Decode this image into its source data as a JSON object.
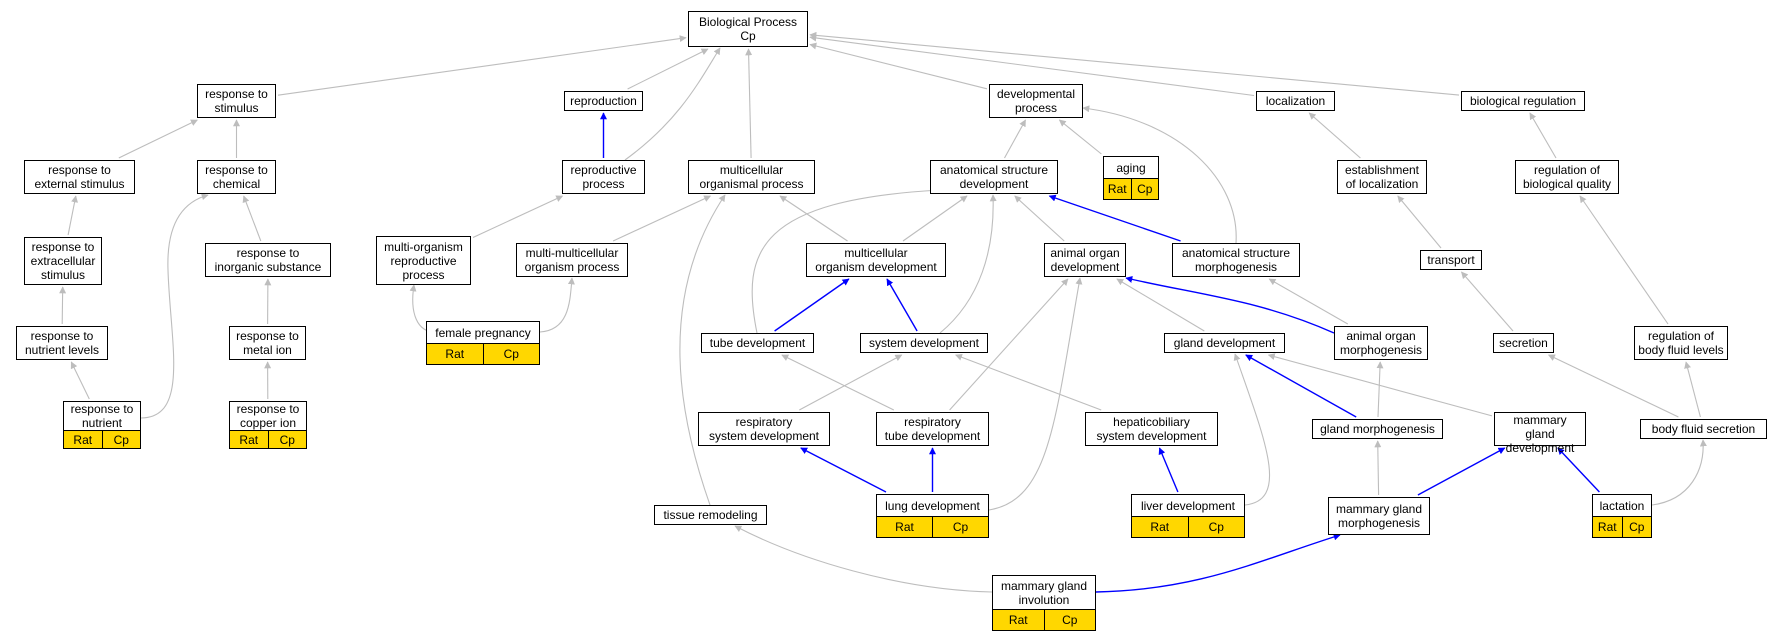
{
  "colors": {
    "gray_edge": "#bdbdbd",
    "blue_edge": "#0000ff",
    "annotation_fill": "#ffd700"
  },
  "nodes": {
    "biological_process": {
      "label": "Biological Process\nCp"
    },
    "response_to_stimulus": {
      "label": "response to\nstimulus"
    },
    "reproduction": {
      "label": "reproduction"
    },
    "developmental_process": {
      "label": "developmental\nprocess"
    },
    "localization": {
      "label": "localization"
    },
    "biological_regulation": {
      "label": "biological regulation"
    },
    "response_to_external_stimulus": {
      "label": "response to\nexternal stimulus"
    },
    "response_to_chemical": {
      "label": "response to\nchemical"
    },
    "reproductive_process": {
      "label": "reproductive\nprocess"
    },
    "multicellular_organismal_process": {
      "label": "multicellular\norganismal process"
    },
    "anatomical_structure_development": {
      "label": "anatomical structure\ndevelopment"
    },
    "aging": {
      "label": "aging",
      "annotations": [
        "Rat",
        "Cp"
      ]
    },
    "establishment_of_localization": {
      "label": "establishment\nof localization"
    },
    "regulation_of_biological_quality": {
      "label": "regulation of\nbiological quality"
    },
    "response_to_extracellular_stimulus": {
      "label": "response to\nextracellular\nstimulus"
    },
    "response_to_inorganic_substance": {
      "label": "response to\ninorganic substance"
    },
    "multi_organism_reproductive_process": {
      "label": "multi-organism\nreproductive\nprocess"
    },
    "multi_multicellular_organism_process": {
      "label": "multi-multicellular\norganism process"
    },
    "multicellular_organism_development": {
      "label": "multicellular\norganism development"
    },
    "animal_organ_development": {
      "label": "animal organ\ndevelopment"
    },
    "anatomical_structure_morphogenesis": {
      "label": "anatomical structure\nmorphogenesis"
    },
    "transport": {
      "label": "transport"
    },
    "response_to_nutrient_levels": {
      "label": "response to\nnutrient levels"
    },
    "response_to_metal_ion": {
      "label": "response to\nmetal ion"
    },
    "female_pregnancy": {
      "label": "female pregnancy",
      "annotations": [
        "Rat",
        "Cp"
      ]
    },
    "tube_development": {
      "label": "tube development"
    },
    "system_development": {
      "label": "system development"
    },
    "gland_development": {
      "label": "gland development"
    },
    "animal_organ_morphogenesis": {
      "label": "animal organ\nmorphogenesis"
    },
    "secretion": {
      "label": "secretion"
    },
    "regulation_of_body_fluid_levels": {
      "label": "regulation of\nbody fluid levels"
    },
    "response_to_nutrient": {
      "label": "response to\nnutrient",
      "annotations": [
        "Rat",
        "Cp"
      ]
    },
    "response_to_copper_ion": {
      "label": "response to\ncopper ion",
      "annotations": [
        "Rat",
        "Cp"
      ]
    },
    "respiratory_system_development": {
      "label": "respiratory\nsystem development"
    },
    "respiratory_tube_development": {
      "label": "respiratory\ntube development"
    },
    "hepaticobiliary_system_development": {
      "label": "hepaticobiliary\nsystem development"
    },
    "gland_morphogenesis": {
      "label": "gland morphogenesis"
    },
    "mammary_gland_development": {
      "label": "mammary gland\ndevelopment"
    },
    "body_fluid_secretion": {
      "label": "body fluid secretion"
    },
    "tissue_remodeling": {
      "label": "tissue remodeling"
    },
    "lung_development": {
      "label": "lung development",
      "annotations": [
        "Rat",
        "Cp"
      ]
    },
    "liver_development": {
      "label": "liver development",
      "annotations": [
        "Rat",
        "Cp"
      ]
    },
    "mammary_gland_morphogenesis": {
      "label": "mammary gland\nmorphogenesis"
    },
    "lactation": {
      "label": "lactation",
      "annotations": [
        "Rat",
        "Cp"
      ]
    },
    "mammary_gland_involution": {
      "label": "mammary gland\ninvolution",
      "annotations": [
        "Rat",
        "Cp"
      ]
    }
  },
  "edges": [
    {
      "from": "response_to_stimulus",
      "to": "biological_process",
      "type": "is_a"
    },
    {
      "from": "reproduction",
      "to": "biological_process",
      "type": "is_a"
    },
    {
      "from": "developmental_process",
      "to": "biological_process",
      "type": "is_a"
    },
    {
      "from": "localization",
      "to": "biological_process",
      "type": "is_a"
    },
    {
      "from": "biological_regulation",
      "to": "biological_process",
      "type": "is_a"
    },
    {
      "from": "reproductive_process",
      "to": "biological_process",
      "type": "is_a"
    },
    {
      "from": "multicellular_organismal_process",
      "to": "biological_process",
      "type": "is_a"
    },
    {
      "from": "response_to_external_stimulus",
      "to": "response_to_stimulus",
      "type": "is_a"
    },
    {
      "from": "response_to_chemical",
      "to": "response_to_stimulus",
      "type": "is_a"
    },
    {
      "from": "reproductive_process",
      "to": "reproduction",
      "type": "part_of"
    },
    {
      "from": "anatomical_structure_development",
      "to": "developmental_process",
      "type": "is_a"
    },
    {
      "from": "aging",
      "to": "developmental_process",
      "type": "is_a"
    },
    {
      "from": "anatomical_structure_morphogenesis",
      "to": "developmental_process",
      "type": "is_a"
    },
    {
      "from": "establishment_of_localization",
      "to": "localization",
      "type": "is_a"
    },
    {
      "from": "regulation_of_biological_quality",
      "to": "biological_regulation",
      "type": "is_a"
    },
    {
      "from": "response_to_extracellular_stimulus",
      "to": "response_to_external_stimulus",
      "type": "is_a"
    },
    {
      "from": "response_to_inorganic_substance",
      "to": "response_to_chemical",
      "type": "is_a"
    },
    {
      "from": "response_to_nutrient",
      "to": "response_to_chemical",
      "type": "is_a"
    },
    {
      "from": "multi_organism_reproductive_process",
      "to": "reproductive_process",
      "type": "is_a"
    },
    {
      "from": "multi_multicellular_organism_process",
      "to": "multicellular_organismal_process",
      "type": "is_a"
    },
    {
      "from": "multicellular_organism_development",
      "to": "multicellular_organismal_process",
      "type": "is_a"
    },
    {
      "from": "tissue_remodeling",
      "to": "multicellular_organismal_process",
      "type": "is_a"
    },
    {
      "from": "multicellular_organism_development",
      "to": "anatomical_structure_development",
      "type": "is_a"
    },
    {
      "from": "animal_organ_development",
      "to": "anatomical_structure_development",
      "type": "is_a"
    },
    {
      "from": "tube_development",
      "to": "anatomical_structure_development",
      "type": "is_a"
    },
    {
      "from": "system_development",
      "to": "anatomical_structure_development",
      "type": "is_a"
    },
    {
      "from": "anatomical_structure_morphogenesis",
      "to": "anatomical_structure_development",
      "type": "part_of"
    },
    {
      "from": "transport",
      "to": "establishment_of_localization",
      "type": "is_a"
    },
    {
      "from": "regulation_of_body_fluid_levels",
      "to": "regulation_of_biological_quality",
      "type": "is_a"
    },
    {
      "from": "response_to_nutrient_levels",
      "to": "response_to_extracellular_stimulus",
      "type": "is_a"
    },
    {
      "from": "response_to_metal_ion",
      "to": "response_to_inorganic_substance",
      "type": "is_a"
    },
    {
      "from": "female_pregnancy",
      "to": "multi_organism_reproductive_process",
      "type": "is_a"
    },
    {
      "from": "female_pregnancy",
      "to": "multi_multicellular_organism_process",
      "type": "is_a"
    },
    {
      "from": "tube_development",
      "to": "multicellular_organism_development",
      "type": "part_of"
    },
    {
      "from": "system_development",
      "to": "multicellular_organism_development",
      "type": "part_of"
    },
    {
      "from": "gland_development",
      "to": "animal_organ_development",
      "type": "is_a"
    },
    {
      "from": "animal_organ_morphogenesis",
      "to": "animal_organ_development",
      "type": "part_of"
    },
    {
      "from": "respiratory_tube_development",
      "to": "animal_organ_development",
      "type": "is_a"
    },
    {
      "from": "lung_development",
      "to": "animal_organ_development",
      "type": "is_a"
    },
    {
      "from": "animal_organ_morphogenesis",
      "to": "anatomical_structure_morphogenesis",
      "type": "is_a"
    },
    {
      "from": "secretion",
      "to": "transport",
      "type": "is_a"
    },
    {
      "from": "response_to_nutrient",
      "to": "response_to_nutrient_levels",
      "type": "is_a"
    },
    {
      "from": "response_to_copper_ion",
      "to": "response_to_metal_ion",
      "type": "is_a"
    },
    {
      "from": "respiratory_tube_development",
      "to": "tube_development",
      "type": "is_a"
    },
    {
      "from": "respiratory_system_development",
      "to": "system_development",
      "type": "is_a"
    },
    {
      "from": "hepaticobiliary_system_development",
      "to": "system_development",
      "type": "is_a"
    },
    {
      "from": "gland_morphogenesis",
      "to": "gland_development",
      "type": "part_of"
    },
    {
      "from": "mammary_gland_development",
      "to": "gland_development",
      "type": "is_a"
    },
    {
      "from": "liver_development",
      "to": "gland_development",
      "type": "is_a"
    },
    {
      "from": "gland_morphogenesis",
      "to": "animal_organ_morphogenesis",
      "type": "is_a"
    },
    {
      "from": "body_fluid_secretion",
      "to": "secretion",
      "type": "is_a"
    },
    {
      "from": "body_fluid_secretion",
      "to": "regulation_of_body_fluid_levels",
      "type": "is_a"
    },
    {
      "from": "lung_development",
      "to": "respiratory_system_development",
      "type": "part_of"
    },
    {
      "from": "lung_development",
      "to": "respiratory_tube_development",
      "type": "part_of"
    },
    {
      "from": "liver_development",
      "to": "hepaticobiliary_system_development",
      "type": "part_of"
    },
    {
      "from": "mammary_gland_morphogenesis",
      "to": "gland_morphogenesis",
      "type": "is_a"
    },
    {
      "from": "mammary_gland_morphogenesis",
      "to": "mammary_gland_development",
      "type": "part_of"
    },
    {
      "from": "lactation",
      "to": "mammary_gland_development",
      "type": "part_of"
    },
    {
      "from": "lactation",
      "to": "body_fluid_secretion",
      "type": "is_a"
    },
    {
      "from": "mammary_gland_involution",
      "to": "tissue_remodeling",
      "type": "is_a"
    },
    {
      "from": "mammary_gland_involution",
      "to": "mammary_gland_morphogenesis",
      "type": "part_of"
    }
  ]
}
